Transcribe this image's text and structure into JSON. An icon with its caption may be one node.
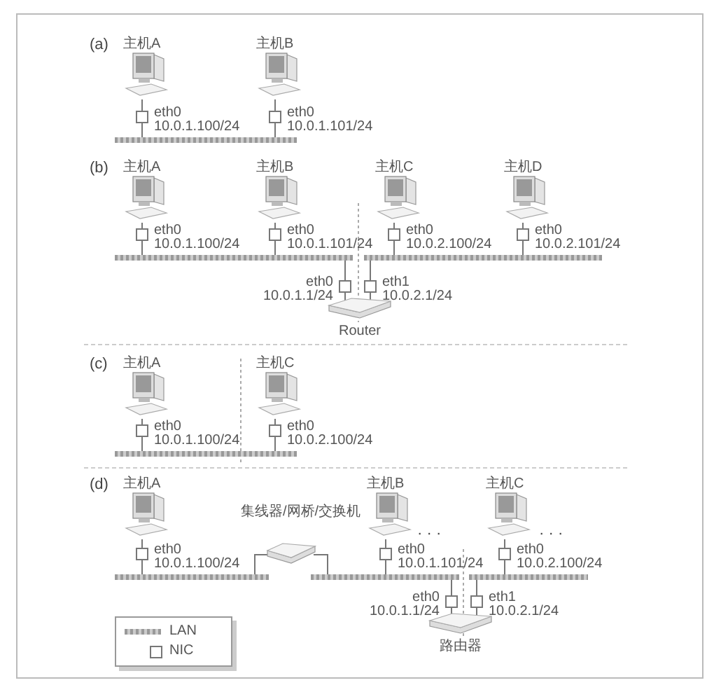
{
  "diagram": {
    "nodes": [
      {
        "text": [
          "主机A"
        ]
      },
      {
        "text": [
          "eth0",
          "10.0.1.100/24"
        ]
      },
      {
        "text": [
          "主机B"
        ]
      },
      {
        "text": [
          "eth0",
          "10.0.1.101/24"
        ]
      },
      {
        "text": [],
        "shape": "bar"
      },
      {
        "text": [
          "主机A"
        ]
      },
      {
        "text": [
          "eth0",
          "10.0.1.100/24"
        ]
      },
      {
        "text": [
          "主机B"
        ]
      },
      {
        "text": [
          "eth0",
          "10.0.1.101/24"
        ]
      },
      {
        "text": [
          "主机C"
        ]
      },
      {
        "text": [
          "eth0",
          "10.0.2.100/24"
        ]
      },
      {
        "text": [
          "主机D"
        ]
      },
      {
        "text": [
          "eth0",
          "10.0.2.101/24"
        ]
      },
      {
        "text": [],
        "shape": "bar"
      },
      {
        "text": [],
        "shape": "bar"
      },
      {
        "text": [
          "eth0",
          "10.0.1.1/24"
        ]
      },
      {
        "text": [
          "eth1",
          "10.0.2.1/24"
        ]
      },
      {
        "text": [
          "Router"
        ]
      },
      {
        "text": [
          "主机A"
        ]
      },
      {
        "text": [
          "eth0",
          "10.0.1.100/24"
        ]
      },
      {
        "text": [
          "主机C"
        ]
      },
      {
        "text": [
          "eth0",
          "10.0.2.100/24"
        ]
      },
      {
        "text": [],
        "shape": "bar"
      },
      {
        "text": [
          "主机A"
        ]
      },
      {
        "text": [
          "eth0",
          "10.0.1.100/24"
        ]
      },
      {
        "text": [
          "集线器/网桥/交换机"
        ]
      },
      {
        "text": [
          "主机B"
        ]
      },
      {
        "text": [
          "eth0",
          "10.0.1.101/24"
        ]
      },
      {
        "text": [
          "主机C"
        ]
      },
      {
        "text": [
          "eth0",
          "10.0.2.100/24"
        ]
      },
      {
        "text": [],
        "shape": "bar"
      },
      {
        "text": [],
        "shape": "bar"
      },
      {
        "text": [],
        "shape": "bar"
      },
      {
        "text": [
          "eth0",
          "10.0.1.1/24"
        ]
      },
      {
        "text": [
          "eth1",
          "10.0.2.1/24"
        ]
      },
      {
        "text": [
          "路由器"
        ]
      }
    ],
    "edges": [
      {
        "from": 0,
        "to": 1,
        "arrow": "none"
      },
      {
        "from": 1,
        "to": 4,
        "arrow": "none"
      },
      {
        "from": 2,
        "to": 3,
        "arrow": "none"
      },
      {
        "from": 3,
        "to": 4,
        "arrow": "none"
      },
      {
        "from": 5,
        "to": 6,
        "arrow": "none"
      },
      {
        "from": 6,
        "to": 13,
        "arrow": "none"
      },
      {
        "from": 7,
        "to": 8,
        "arrow": "none"
      },
      {
        "from": 8,
        "to": 13,
        "arrow": "none"
      },
      {
        "from": 9,
        "to": 10,
        "arrow": "none"
      },
      {
        "from": 10,
        "to": 14,
        "arrow": "none"
      },
      {
        "from": 11,
        "to": 12,
        "arrow": "none"
      },
      {
        "from": 12,
        "to": 14,
        "arrow": "none"
      },
      {
        "from": 13,
        "to": 15,
        "arrow": "none"
      },
      {
        "from": 14,
        "to": 16,
        "arrow": "none"
      },
      {
        "from": 15,
        "to": 17,
        "arrow": "none"
      },
      {
        "from": 16,
        "to": 17,
        "arrow": "none"
      },
      {
        "from": 18,
        "to": 19,
        "arrow": "none"
      },
      {
        "from": 19,
        "to": 22,
        "arrow": "none"
      },
      {
        "from": 20,
        "to": 21,
        "arrow": "none"
      },
      {
        "from": 21,
        "to": 22,
        "arrow": "none"
      },
      {
        "from": 23,
        "to": 24,
        "arrow": "none"
      },
      {
        "from": 24,
        "to": 30,
        "arrow": "none"
      },
      {
        "from": 25,
        "to": 30,
        "arrow": "none"
      },
      {
        "from": 25,
        "to": 31,
        "arrow": "none"
      },
      {
        "from": 26,
        "to": 27,
        "arrow": "none"
      },
      {
        "from": 27,
        "to": 31,
        "arrow": "none"
      },
      {
        "from": 28,
        "to": 29,
        "arrow": "none"
      },
      {
        "from": 29,
        "to": 32,
        "arrow": "none"
      },
      {
        "from": 31,
        "to": 33,
        "arrow": "none"
      },
      {
        "from": 32,
        "to": 34,
        "arrow": "none"
      },
      {
        "from": 33,
        "to": 35,
        "arrow": "none"
      },
      {
        "from": 34,
        "to": 35,
        "arrow": "none"
      }
    ],
    "labels": [
      "(a)",
      "(b)",
      "(c)",
      "(d)",
      "· · ·",
      "· · ·"
    ],
    "legend": [
      {
        "text": "LAN"
      },
      {
        "text": "NIC"
      }
    ]
  }
}
